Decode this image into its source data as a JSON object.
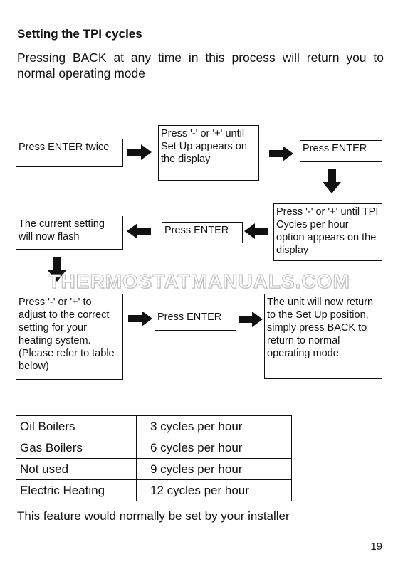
{
  "heading": "Setting the TPI cycles",
  "intro": "Pressing BACK at any time in this process will return you to normal operating mode",
  "flow": {
    "step1": "Press ENTER  twice",
    "step2": "Press '-' or '+' until Set Up appears on the display",
    "step3": "Press ENTER",
    "step4": "Press '-' or '+' until TPI Cycles per hour option appears on the display",
    "step5": "Press ENTER",
    "step6": "The current setting will now flash",
    "step7": "Press '-' or '+' to adjust to the correct setting for your heating system. (Please refer to table below)",
    "step8": "Press ENTER",
    "step9": "The unit will now return to the Set Up position, simply press BACK to return to normal operating mode"
  },
  "watermark": "THERMOSTATMANUALS.COM",
  "table": {
    "rows": [
      {
        "type": "Oil Boilers",
        "cycles": "3 cycles per hour"
      },
      {
        "type": "Gas Boilers",
        "cycles": "6 cycles per hour"
      },
      {
        "type": "Not used",
        "cycles": "9 cycles per hour"
      },
      {
        "type": "Electric Heating",
        "cycles": "12 cycles per hour"
      }
    ]
  },
  "note": "This feature would normally be set by your installer",
  "page_number": "19",
  "icons": {
    "arrow": "arrow-icon"
  },
  "colors": {
    "text": "#111111",
    "watermark_outline": "#bdbdbd"
  }
}
